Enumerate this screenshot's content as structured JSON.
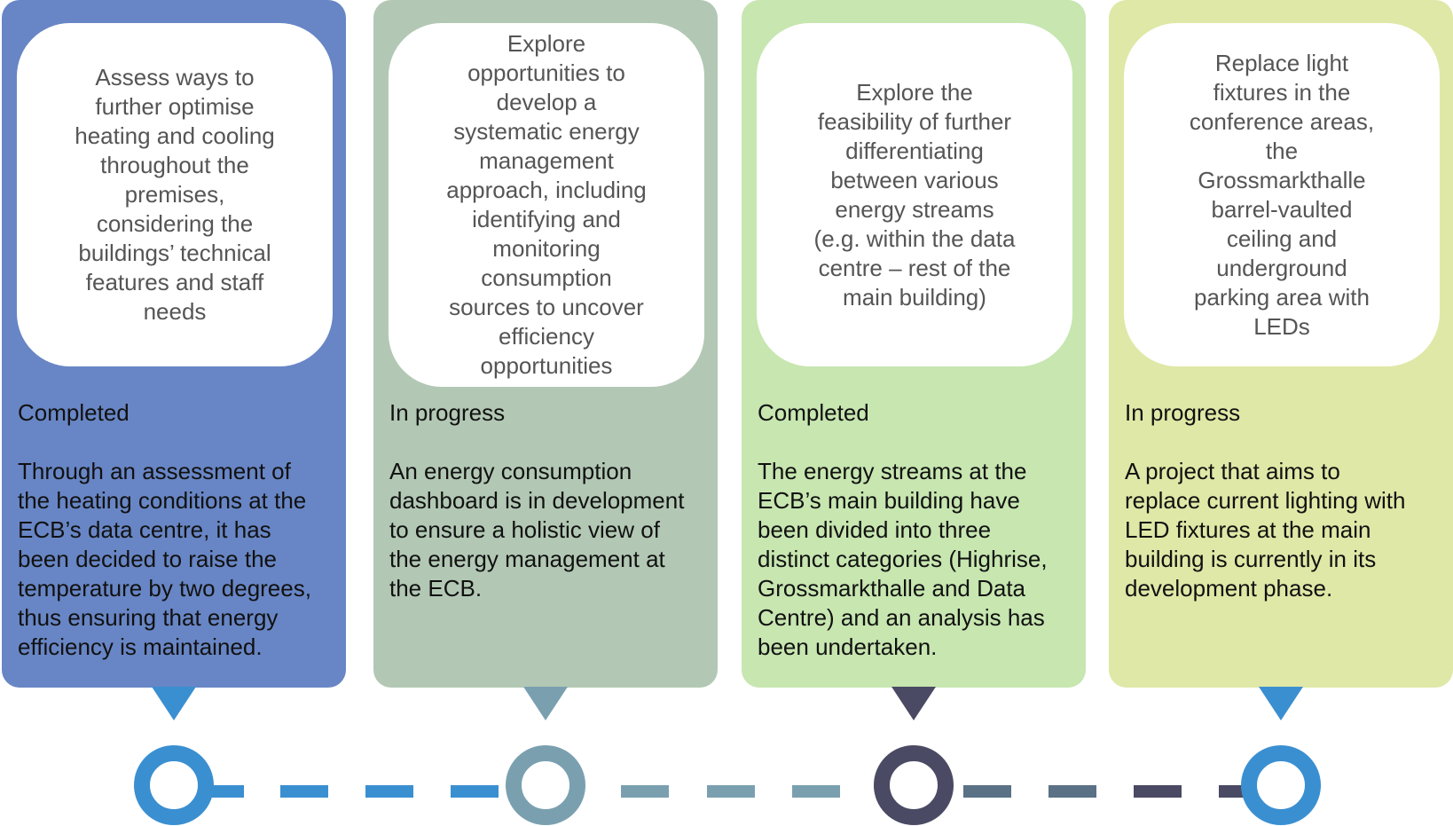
{
  "colors": {
    "card1": "#6886c5",
    "card2": "#b2c8b4",
    "card3": "#c7e6b0",
    "card4": "#dfe8a6",
    "pointer_blue": "#3a8fd1",
    "pointer_teal": "#7aa0b0",
    "pointer_navy": "#4a4a64",
    "ring_blue": "#3a8fd1",
    "ring_teal": "#7aa0b0",
    "ring_navy": "#4a4a64"
  },
  "items": [
    {
      "goal": "Assess ways to\nfurther optimise\nheating and cooling\nthroughout the\npremises,\nconsidering the\nbuildings’ technical\nfeatures and staff\nneeds",
      "status": "Completed",
      "description": "Through an assessment of\nthe heating conditions at the\nECB’s data centre, it has\nbeen decided to raise the\ntemperature by two degrees,\nthus ensuring that energy\nefficiency is maintained."
    },
    {
      "goal": "Explore\nopportunities to\ndevelop a\nsystematic energy\nmanagement\napproach, including\nidentifying and\nmonitoring\nconsumption\nsources to uncover\nefficiency\nopportunities",
      "status": "In progress",
      "description": "An energy consumption\ndashboard is in development\nto ensure a holistic view of\nthe energy management at\nthe ECB."
    },
    {
      "goal": "Explore the\nfeasibility of further\ndifferentiating\nbetween various\nenergy streams\n(e.g. within the data\ncentre – rest of the\nmain building)",
      "status": "Completed",
      "description": "The energy streams at the\nECB’s main building have\nbeen divided into three\ndistinct categories (Highrise,\nGrossmarkthalle and Data\nCentre) and an analysis has\nbeen undertaken."
    },
    {
      "goal": "Replace light\nfixtures in the\nconference areas,\nthe\nGrossmarkthalle\nbarrel-vaulted\nceiling and\nunderground\nparking area with\nLEDs",
      "status": "In progress",
      "description": "A project that aims to\nreplace current lighting with\nLED fixtures at the main\nbuilding is currently in its\ndevelopment phase."
    }
  ]
}
